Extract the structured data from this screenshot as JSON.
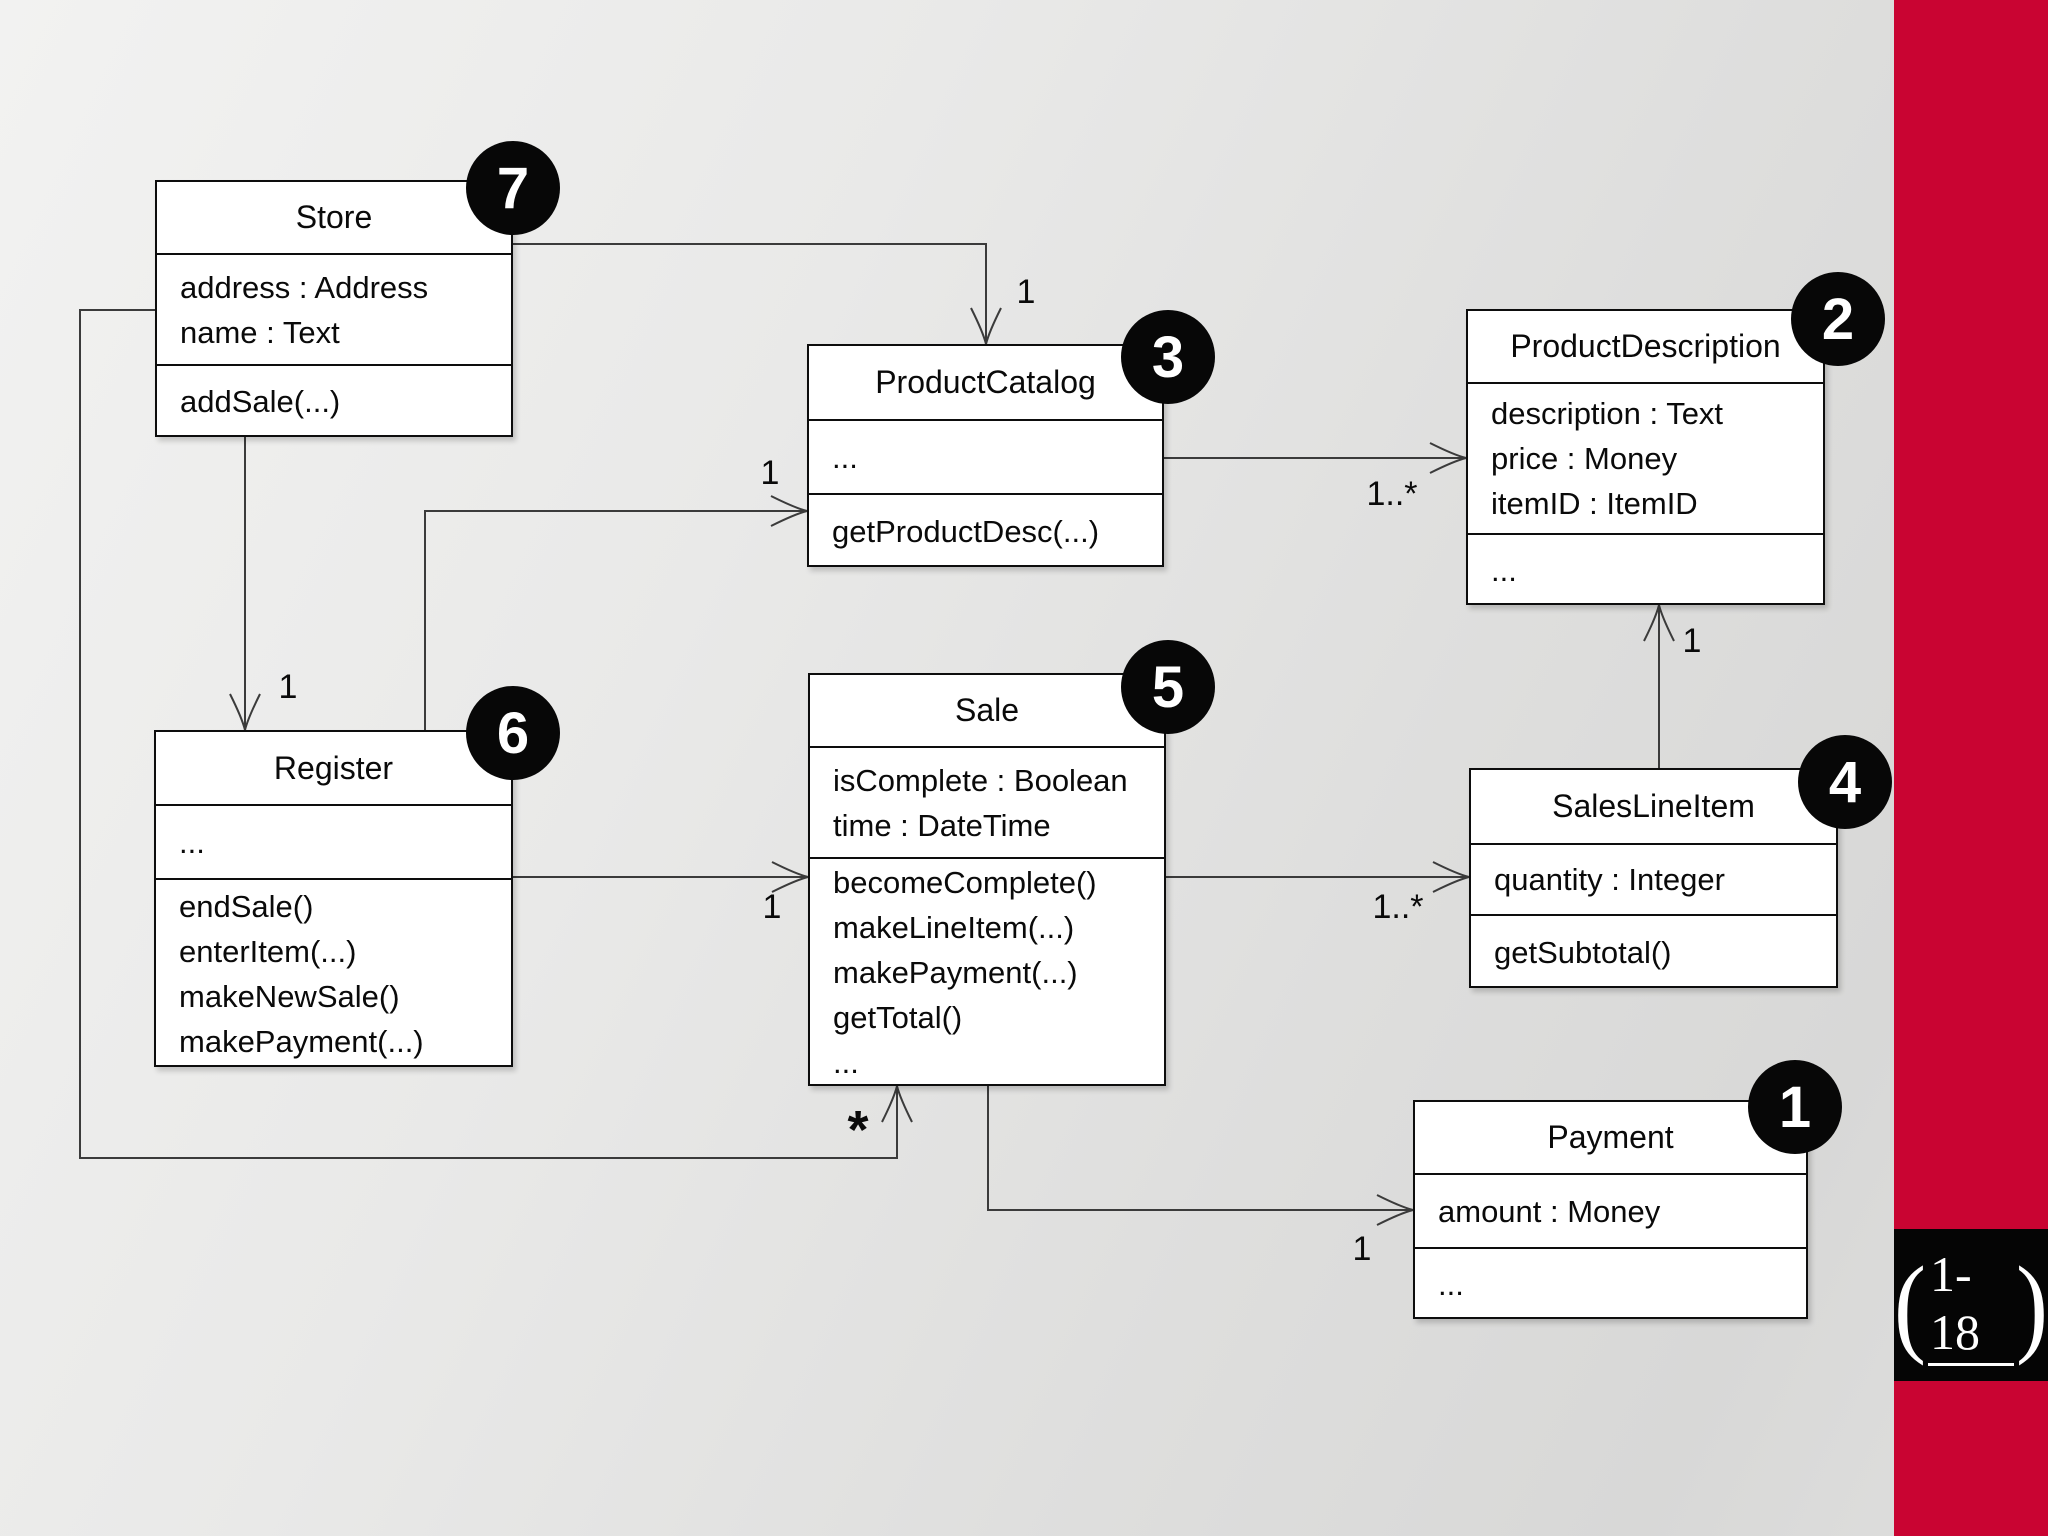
{
  "page": {
    "slide_number": "1-18",
    "accent_color": "#C90432",
    "bracket_left": "(",
    "bracket_right": ")"
  },
  "classes": [
    {
      "id": "store",
      "title": "Store",
      "badge": "7",
      "attributes": [
        "address : Address",
        "name : Text"
      ],
      "operations": [
        "addSale(...)"
      ]
    },
    {
      "id": "product-catalog",
      "title": "ProductCatalog",
      "badge": "3",
      "attributes": [
        "..."
      ],
      "operations": [
        "getProductDesc(...)"
      ]
    },
    {
      "id": "product-description",
      "title": "ProductDescription",
      "badge": "2",
      "attributes": [
        "description : Text",
        "price : Money",
        "itemID : ItemID"
      ],
      "operations": [
        "..."
      ]
    },
    {
      "id": "register",
      "title": "Register",
      "badge": "6",
      "attributes": [
        "..."
      ],
      "operations": [
        "endSale()",
        "enterItem(...)",
        "makeNewSale()",
        "makePayment(...)"
      ]
    },
    {
      "id": "sale",
      "title": "Sale",
      "badge": "5",
      "attributes": [
        "isComplete : Boolean",
        "time : DateTime"
      ],
      "operations": [
        "becomeComplete()",
        "makeLineItem(...)",
        "makePayment(...)",
        "getTotal()",
        "..."
      ]
    },
    {
      "id": "sales-line-item",
      "title": "SalesLineItem",
      "badge": "4",
      "attributes": [
        "quantity : Integer"
      ],
      "operations": [
        "getSubtotal()"
      ]
    },
    {
      "id": "payment",
      "title": "Payment",
      "badge": "1",
      "attributes": [
        "amount : Money"
      ],
      "operations": [
        "..."
      ]
    }
  ],
  "associations": [
    {
      "from": "Store",
      "to": "ProductCatalog",
      "multiplicity": "1"
    },
    {
      "from": "Store",
      "to": "Register",
      "multiplicity": "1"
    },
    {
      "from": "Register",
      "to": "ProductCatalog",
      "multiplicity": "1"
    },
    {
      "from": "Register",
      "to": "Sale",
      "multiplicity": "1"
    },
    {
      "from": "ProductCatalog",
      "to": "ProductDescription",
      "multiplicity": "1..*"
    },
    {
      "from": "Sale",
      "to": "SalesLineItem",
      "multiplicity": "1..*"
    },
    {
      "from": "SalesLineItem",
      "to": "ProductDescription",
      "multiplicity": "1"
    },
    {
      "from": "Sale",
      "to": "Payment",
      "multiplicity": "1"
    },
    {
      "from": "Store",
      "to": "Sale",
      "multiplicity": "*"
    }
  ]
}
